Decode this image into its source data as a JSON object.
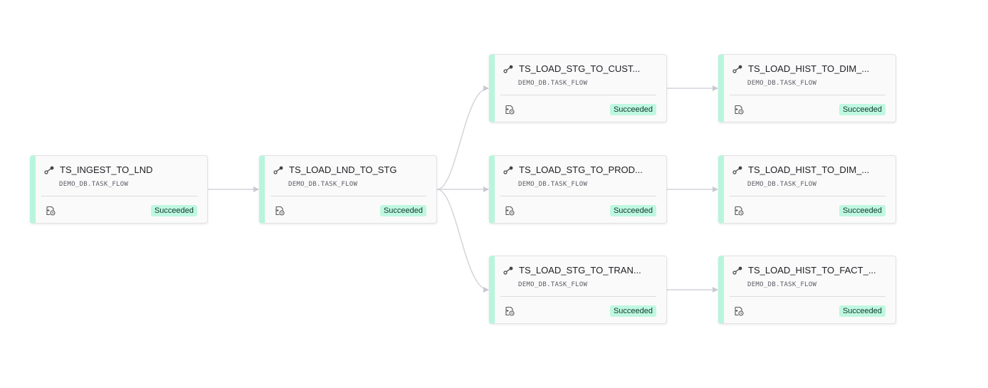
{
  "colors": {
    "node_accent": "#b8f5dc",
    "status_success_bg": "#bff7e0",
    "edge": "#d4d4dc"
  },
  "nodes": [
    {
      "title": "TS_INGEST_TO_LND",
      "subtitle": "DEMO_DB.TASK_FLOW",
      "status": "Succeeded",
      "icon": "task-graph-icon"
    },
    {
      "title": "TS_LOAD_LND_TO_STG",
      "subtitle": "DEMO_DB.TASK_FLOW",
      "status": "Succeeded",
      "icon": "task-graph-icon"
    },
    {
      "title": "TS_LOAD_STG_TO_CUST...",
      "subtitle": "DEMO_DB.TASK_FLOW",
      "status": "Succeeded",
      "icon": "task-graph-icon"
    },
    {
      "title": "TS_LOAD_STG_TO_PROD...",
      "subtitle": "DEMO_DB.TASK_FLOW",
      "status": "Succeeded",
      "icon": "task-graph-icon"
    },
    {
      "title": "TS_LOAD_STG_TO_TRAN...",
      "subtitle": "DEMO_DB.TASK_FLOW",
      "status": "Succeeded",
      "icon": "task-graph-icon"
    },
    {
      "title": "TS_LOAD_HIST_TO_DIM_...",
      "subtitle": "DEMO_DB.TASK_FLOW",
      "status": "Succeeded",
      "icon": "task-graph-icon"
    },
    {
      "title": "TS_LOAD_HIST_TO_DIM_...",
      "subtitle": "DEMO_DB.TASK_FLOW",
      "status": "Succeeded",
      "icon": "task-graph-icon"
    },
    {
      "title": "TS_LOAD_HIST_TO_FACT_...",
      "subtitle": "DEMO_DB.TASK_FLOW",
      "status": "Succeeded",
      "icon": "task-graph-icon"
    }
  ],
  "edges": [
    [
      0,
      1
    ],
    [
      1,
      2
    ],
    [
      1,
      3
    ],
    [
      1,
      4
    ],
    [
      2,
      5
    ],
    [
      3,
      6
    ],
    [
      4,
      7
    ]
  ]
}
